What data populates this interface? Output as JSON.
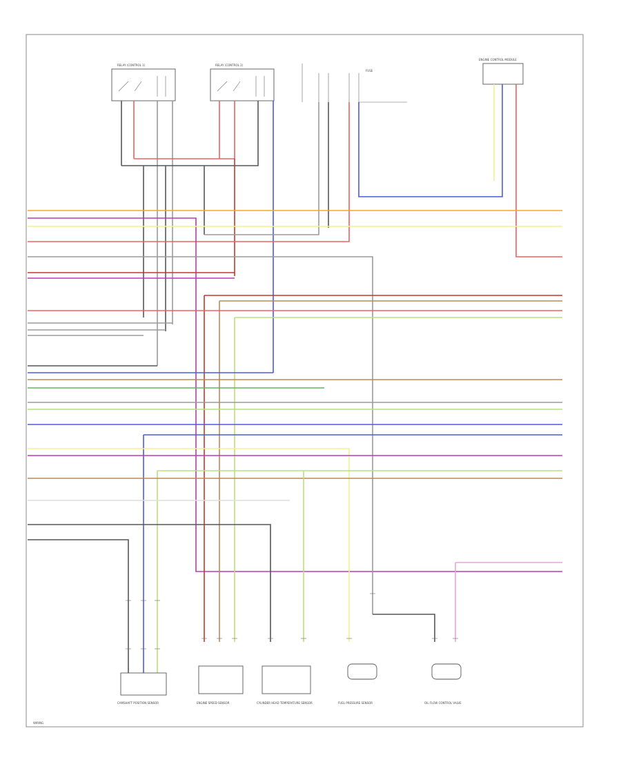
{
  "colors": {
    "orange": "#f5a623",
    "yellow": "#f2f28a",
    "red": "#f06060",
    "darkred": "#c0392b",
    "gray": "#9a9a9a",
    "brown": "#b58a5a",
    "blue": "#4a5ad8",
    "green": "#5cb85c",
    "lime": "#b8e07a",
    "purple": "#b83ab8",
    "pink": "#f0a0e0",
    "black": "#555555",
    "white": "#dddddd"
  },
  "components": {
    "relay1_label": "RELAY (CONTROL 1)",
    "relay2_label": "RELAY (CONTROL 2)",
    "fuse_label": "FUSE",
    "ecm_label": "ENGINE CONTROL MODULE",
    "sensor1_label": "CAMSHAFT POSITION SENSOR",
    "sensor2_label": "ENGINE SPEED SENSOR",
    "sensor3_label": "CYLINDER HEAD TEMPERATURE SENSOR",
    "sensor4_label": "FUEL PRESSURE SENSOR",
    "valve_label": "OIL FLOW CONTROL VALVE",
    "page_ref": "WIRING"
  }
}
